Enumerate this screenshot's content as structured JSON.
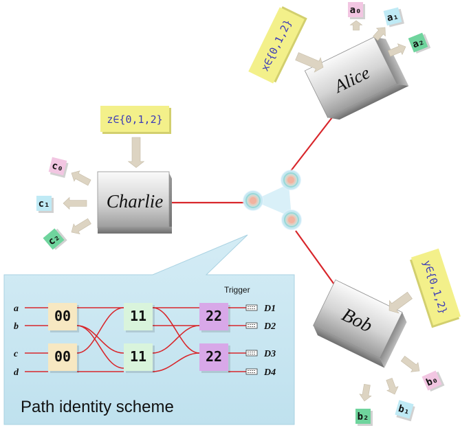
{
  "parties": {
    "alice": "Alice",
    "bob": "Bob",
    "charlie": "Charlie"
  },
  "inputs": {
    "alice": "x∈{0,1,2}",
    "bob": "y∈{0,1,2}",
    "charlie": "z∈{0,1,2}"
  },
  "outputs": {
    "alice": [
      "a₀",
      "a₁",
      "a₂"
    ],
    "bob": [
      "b₀",
      "b₁",
      "b₂"
    ],
    "charlie": [
      "c₀",
      "c₁",
      "c₂"
    ]
  },
  "scheme": {
    "caption": "Path identity scheme",
    "trigger": "Trigger",
    "paths": [
      "a",
      "b",
      "c",
      "d"
    ],
    "detectors": [
      "D1",
      "D2",
      "D3",
      "D4"
    ],
    "stage1": [
      "00",
      "00"
    ],
    "stage2": [
      "11",
      "11"
    ],
    "stage3": [
      "22",
      "22"
    ]
  },
  "colors": {
    "beam": "#d8262b",
    "input_note": "#f3f08a",
    "input_text": "#3a3ab8",
    "output_pink": "#f2c6e2",
    "output_cyan": "#bfeaf5",
    "output_green": "#6fd49d",
    "panel": "#cfeaf3",
    "stage1_box": "#f7e8c2",
    "stage2_box": "#d9f4dc",
    "stage3_box": "#d8a8e8"
  }
}
